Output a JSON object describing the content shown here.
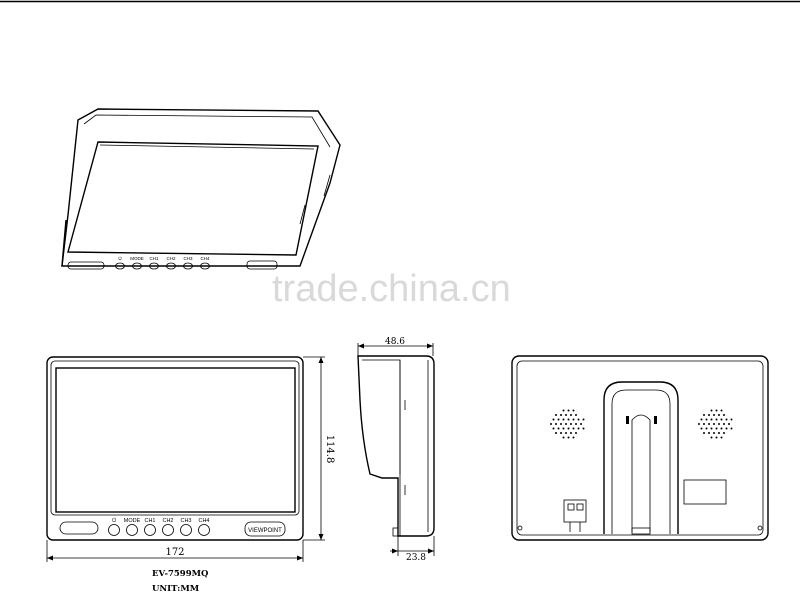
{
  "drawing": {
    "model": "EV-7599MQ",
    "unit": "UNIT:MM",
    "watermark": "trade.china.cn",
    "dimensions": {
      "width": "172",
      "height": "114.8",
      "depth_top": "48.6",
      "depth_bottom": "23.8"
    },
    "buttons": [
      {
        "label": "⏻"
      },
      {
        "label": "MODE"
      },
      {
        "label": "CH1"
      },
      {
        "label": "CH2"
      },
      {
        "label": "CH3"
      },
      {
        "label": "CH4"
      }
    ],
    "brand_badge": "VIEWPOINT"
  }
}
